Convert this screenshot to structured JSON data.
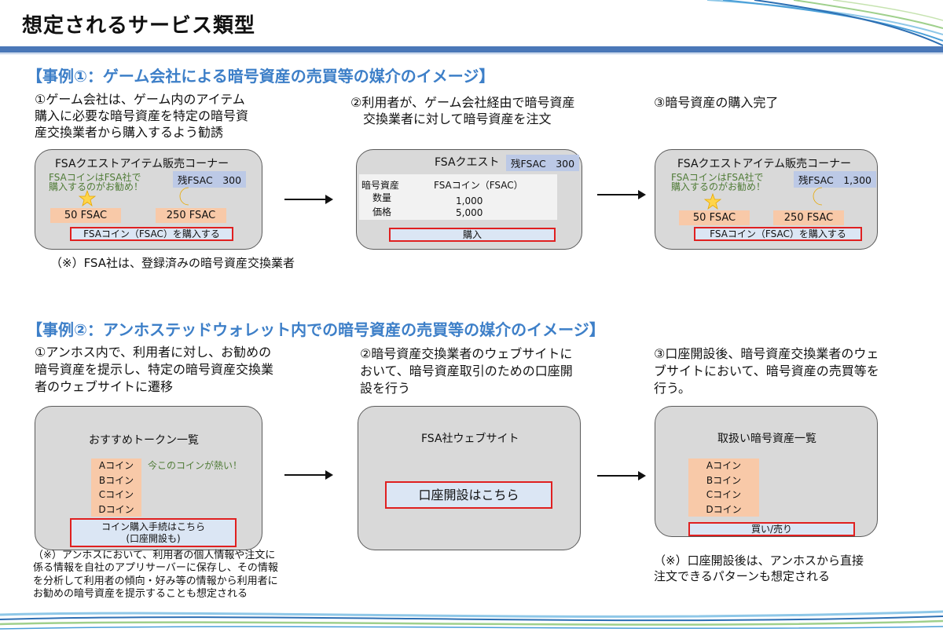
{
  "page": {
    "title": "想定されるサービス類型"
  },
  "case1": {
    "heading": "【事例①：ゲーム会社による暗号資産の売買等の媒介のイメージ】",
    "step1": {
      "lines": [
        "①ゲーム会社は、ゲーム内のアイテム",
        "購入に必要な暗号資産を特定の暗号資",
        "産交換業者から購入するよう勧誘"
      ]
    },
    "step2": {
      "lines": [
        "②利用者が、ゲーム会社経由で暗号資産",
        "　交換業者に対して暗号資産を注文"
      ]
    },
    "step3": {
      "lines": [
        "③暗号資産の購入完了"
      ]
    },
    "screen1": {
      "title": "FSAクエストアイテム販売コーナー",
      "promo_line1": "FSAコインはFSA社で",
      "promo_line2": "購入するのがお勧め！",
      "balance": "残FSAC　300",
      "price1": "50 FSAC",
      "price2": "250 FSAC",
      "button": "FSAコイン（FSAC）を購入する"
    },
    "screen2": {
      "title": "FSAクエスト",
      "balance": "残FSAC　300",
      "label_asset": "暗号資産",
      "value_asset": "FSAコイン（FSAC）",
      "label_qty": "数量",
      "value_qty": "1,000",
      "label_price": "価格",
      "value_price": "5,000",
      "button": "購入"
    },
    "screen3": {
      "title": "FSAクエストアイテム販売コーナー",
      "promo_line1": "FSAコインはFSA社で",
      "promo_line2": "購入するのがお勧め！",
      "balance": "残FSAC　1,300",
      "price1": "50 FSAC",
      "price2": "250 FSAC",
      "button": "FSAコイン（FSAC）を購入する"
    },
    "note": "（※）FSA社は、登録済みの暗号資産交換業者"
  },
  "case2": {
    "heading": "【事例②：アンホステッドウォレット内での暗号資産の売買等の媒介のイメージ】",
    "step1": {
      "lines": [
        "①アンホス内で、利用者に対し、お勧めの",
        "暗号資産を提示し、特定の暗号資産交換業",
        "者のウェブサイトに遷移"
      ]
    },
    "step2": {
      "lines": [
        "②暗号資産交換業者のウェブサイトに",
        "おいて、暗号資産取引のための口座開",
        "設を行う"
      ]
    },
    "step3": {
      "lines": [
        "③口座開設後、暗号資産交換業者のウェ",
        "ブサイトにおいて、暗号資産の売買等を",
        "行う。"
      ]
    },
    "screen1": {
      "title": "おすすめトークン一覧",
      "coins": [
        "Aコイン",
        "Bコイン",
        "Cコイン",
        "Dコイン"
      ],
      "promo": "今このコインが熱い！",
      "button_line1": "コイン購入手続はこちら",
      "button_line2": "(口座開設も)"
    },
    "screen2": {
      "title": "FSA社ウェブサイト",
      "button": "口座開設はこちら"
    },
    "screen3": {
      "title": "取扱い暗号資産一覧",
      "coins": [
        "Aコイン",
        "Bコイン",
        "Cコイン",
        "Dコイン"
      ],
      "button": "買い/売り"
    },
    "note_left": [
      "（※）アンホスにおいて、利用者の個人情報や注文に",
      "係る情報を自社のアプリサーバーに保存し、その情報",
      "を分析して利用者の傾向・好み等の情報から利用者に",
      "お勧めの暗号資産を提示することも想定される"
    ],
    "note_right": [
      "（※）口座開設後は、アンホスから直接",
      "注文できるパターンも想定される"
    ]
  },
  "colors": {
    "heading": "#3d7fc8",
    "title_rule": "#4a78b8",
    "screen_bg": "#d9d9d9",
    "price_bg": "#f8c9a8",
    "balance_bg": "#bcc9e6",
    "button_border": "#e02020",
    "promo_text": "#4f7b36"
  },
  "icons": [
    "star-icon",
    "crescent-moon-icon",
    "right-arrow-icon"
  ]
}
